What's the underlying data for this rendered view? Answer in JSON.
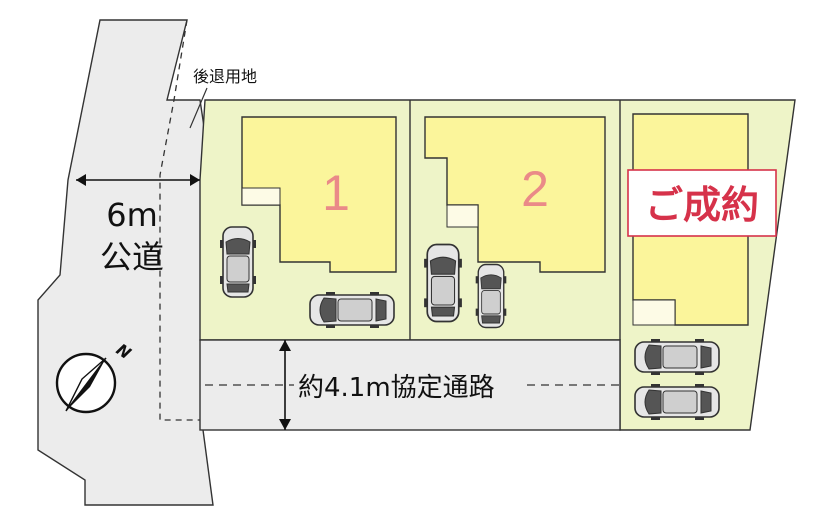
{
  "labels": {
    "setback": "後退用地",
    "road_width": "6m",
    "road_name": "公道",
    "private_road": "約4.1m協定通路",
    "north": "N"
  },
  "lots": [
    {
      "number": "1"
    },
    {
      "number": "2"
    },
    {
      "number": "",
      "status": "ご成約"
    }
  ],
  "colors": {
    "road": "#ececec",
    "lot_bg": "#eef4c8",
    "building": "#fbf59b",
    "lot_number": "#ea8a88",
    "sold": "#d6324a",
    "line": "#333333"
  },
  "icons": [
    "compass-icon",
    "car-icon"
  ]
}
